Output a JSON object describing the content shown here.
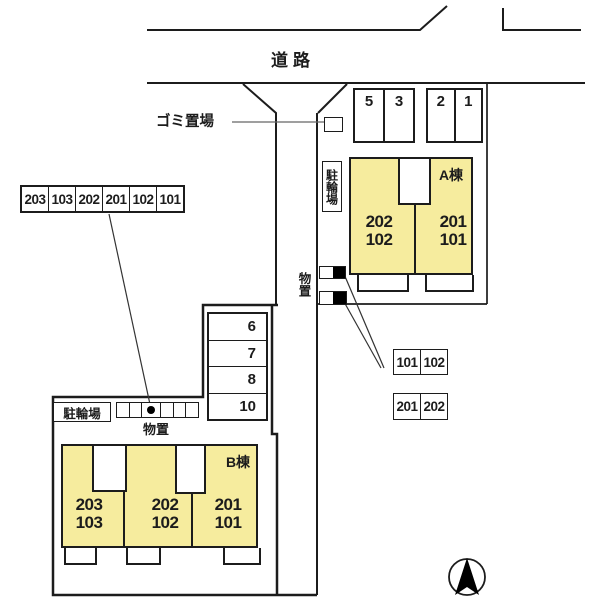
{
  "labels": {
    "road": "道路",
    "garbage": "ゴミ置場",
    "bicycle_parking": "駐輪場",
    "storage": "物置"
  },
  "road_parking": {
    "left_box": [
      "5",
      "3"
    ],
    "right_box": [
      "2",
      "1"
    ]
  },
  "left_parking_strip": [
    "203",
    "103",
    "202",
    "201",
    "102",
    "101"
  ],
  "middle_parking_column": [
    "6",
    "7",
    "8",
    "10"
  ],
  "unit_tables": {
    "upper": [
      "101",
      "102"
    ],
    "lower": [
      "201",
      "202"
    ]
  },
  "building_a": {
    "name": "A棟",
    "units": [
      [
        "202",
        "102"
      ],
      [
        "201",
        "101"
      ]
    ]
  },
  "building_b": {
    "name": "B棟",
    "units": [
      [
        "203",
        "103"
      ],
      [
        "202",
        "102"
      ],
      [
        "201",
        "101"
      ]
    ]
  },
  "colors": {
    "building_fill": "#f6ec9e",
    "line": "#1c1c1c"
  }
}
